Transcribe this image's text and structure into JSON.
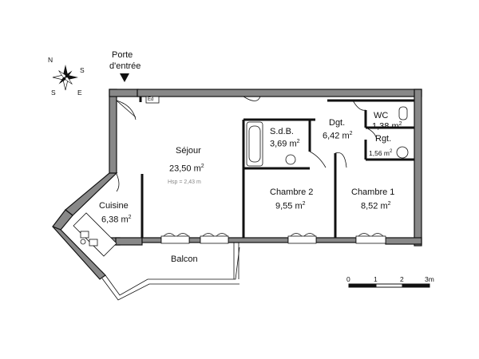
{
  "entrance": {
    "line1": "Porte",
    "line2": "d'entrée"
  },
  "compass": {
    "north": "N",
    "west": "S",
    "south_left": "S",
    "south_right": "E"
  },
  "rooms": {
    "sejour": {
      "name": "Séjour",
      "area": "23,50 m",
      "sup": "2",
      "hsp": "Hsp = 2,43 m"
    },
    "cuisine": {
      "name": "Cuisine",
      "area": "6,38 m",
      "sup": "2"
    },
    "sdb": {
      "name": "S.d.B.",
      "area": "3,69 m",
      "sup": "2"
    },
    "dgt": {
      "name": "Dgt.",
      "area": "6,42 m",
      "sup": "2"
    },
    "wc": {
      "name": "WC",
      "area": "1,38 m",
      "sup": "2"
    },
    "rgt": {
      "name": "Rgt.",
      "area": "1,56 m",
      "sup": "2"
    },
    "chambre2": {
      "name": "Chambre 2",
      "area": "9,55 m",
      "sup": "2"
    },
    "chambre1": {
      "name": "Chambre 1",
      "area": "8,52 m",
      "sup": "2"
    },
    "balcon": {
      "name": "Balcon"
    }
  },
  "equipment": {
    "electric_panel": "Ed"
  },
  "scale": {
    "t0": "0",
    "t1": "1",
    "t2": "2",
    "t3": "3m"
  }
}
